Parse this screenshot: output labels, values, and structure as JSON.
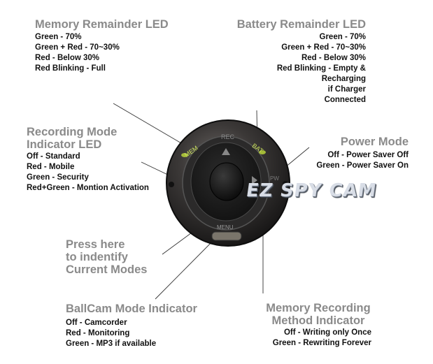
{
  "memory_led": {
    "title": "Memory Remainder LED",
    "lines": [
      "Green - 70%",
      "Green + Red - 70~30%",
      "Red - Below 30%",
      "Red Blinking - Full"
    ]
  },
  "battery_led": {
    "title": "Battery Remainder LED",
    "lines": [
      "Green - 70%",
      "Green + Red - 70~30%",
      "Red - Below 30%",
      "Red Blinking - Empty &",
      "Recharging",
      "if Charger",
      "Connected"
    ]
  },
  "recording_mode_led": {
    "title_line1": "Recording Mode",
    "title_line2": "Indicator LED",
    "lines": [
      "Off - Standard",
      "Red - Mobile",
      "Green - Security",
      "Red+Green - Montion Activation"
    ]
  },
  "power_mode": {
    "title": "Power Mode",
    "lines": [
      "Off - Power Saver Off",
      "Green - Power Saver On"
    ]
  },
  "press_here": {
    "lines": [
      "Press here",
      "to indentify",
      "Current Modes"
    ]
  },
  "ballcam_mode": {
    "title": "BallCam Mode Indicator",
    "lines": [
      "Off - Camcorder",
      "Red - Monitoring",
      "Green - MP3 if available"
    ]
  },
  "memory_recording": {
    "title_line1": "Memory Recording",
    "title_line2": "Method Indicator",
    "lines": [
      "Off - Writing only Once",
      "Green - Rewriting Forever"
    ]
  },
  "device": {
    "labels": {
      "rec": "REC",
      "mem": "MEM",
      "bat": "BAT",
      "pw": "PW",
      "menu": "MENU"
    },
    "watermark": "EZ SPY CAM",
    "colors": {
      "body": "#2a2a2a",
      "led_green": "#b7d23a",
      "title_gray": "#8a8a8a"
    }
  }
}
